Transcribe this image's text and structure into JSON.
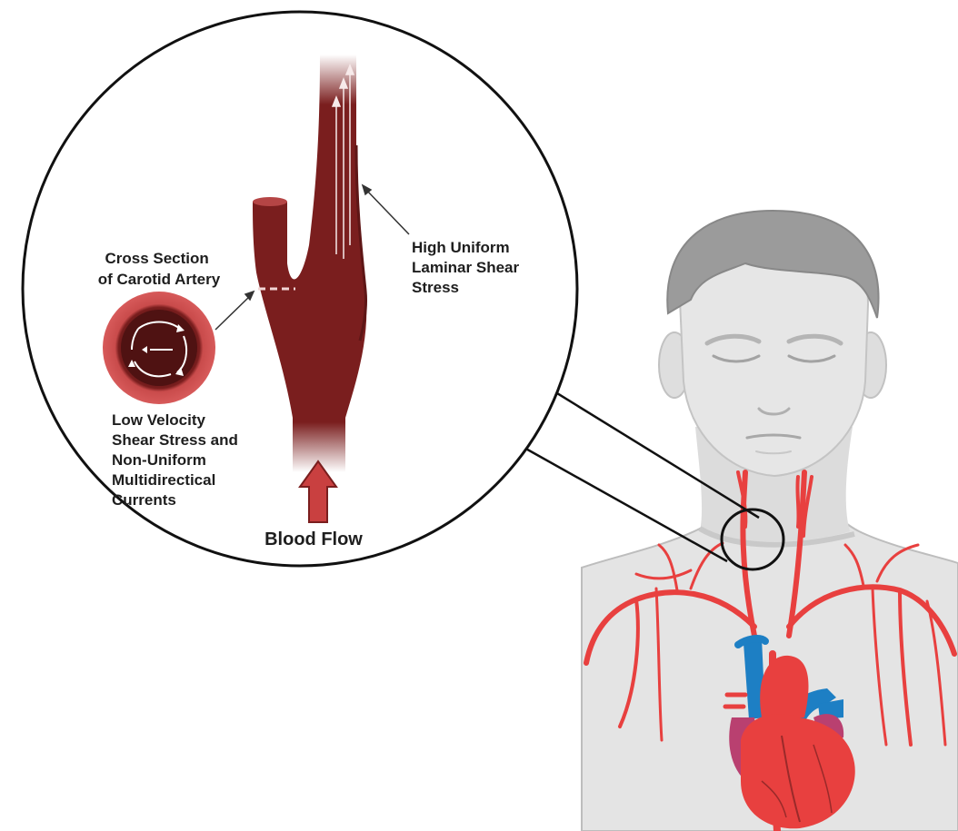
{
  "labels": {
    "cross_section": [
      "Cross Section",
      "of Carotid Artery"
    ],
    "high_uniform": [
      "High Uniform",
      "Laminar Shear",
      "Stress"
    ],
    "low_velocity": [
      "Low Velocity",
      "Shear Stress and",
      "Non-Uniform",
      "Multidirectical",
      "Currents"
    ],
    "blood_flow": "Blood Flow"
  },
  "colors": {
    "artery_dark": "#7a1e1e",
    "artery_red": "#e8403f",
    "vein_blue": "#1d7fc4",
    "skin": "#e2e2e2",
    "hair": "#9b9b9b",
    "outline": "#111111"
  }
}
